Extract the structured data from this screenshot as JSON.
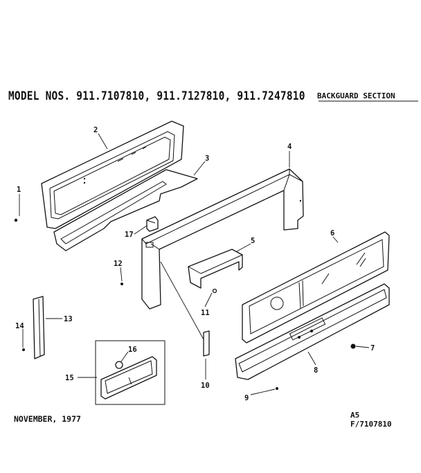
{
  "header": {
    "model_numbers": "MODEL NOS. 911.7107810, 911.7127810, 911.7247810",
    "section_title": "BACKGUARD SECTION"
  },
  "footer": {
    "date": "NOVEMBER, 1977",
    "code_line1": "A5",
    "code_line2": "F/7107810"
  },
  "callouts": [
    "1",
    "2",
    "3",
    "4",
    "5",
    "6",
    "7",
    "8",
    "9",
    "10",
    "11",
    "12",
    "13",
    "14",
    "15",
    "16",
    "17"
  ]
}
